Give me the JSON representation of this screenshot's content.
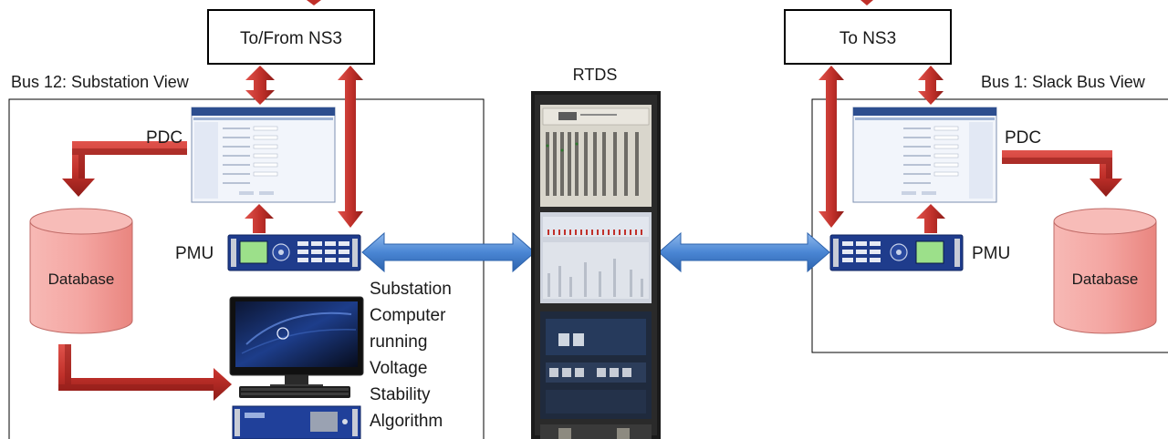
{
  "diagram": {
    "left_view": {
      "title": "Bus 12: Substation View",
      "comm_box": "To/From NS3",
      "pdc_label": "PDC",
      "pmu_label": "PMU",
      "database_label": "Database",
      "computer_caption": [
        "Substation",
        "Computer",
        "running",
        "Voltage",
        "Stability",
        "Algorithm"
      ]
    },
    "center": {
      "title": "RTDS"
    },
    "right_view": {
      "title": "Bus 1: Slack Bus View",
      "comm_box": "To NS3",
      "pdc_label": "PDC",
      "pmu_label": "PMU",
      "database_label": "Database"
    },
    "colors": {
      "data_arrow": "#c0302a",
      "data_arrow_dark": "#8e1c18",
      "link_arrow": "#4a86d4",
      "database_fill": "#f4a6a2",
      "pmu_panel": "#1f3c8c",
      "rack": "#1b1b1b"
    }
  }
}
